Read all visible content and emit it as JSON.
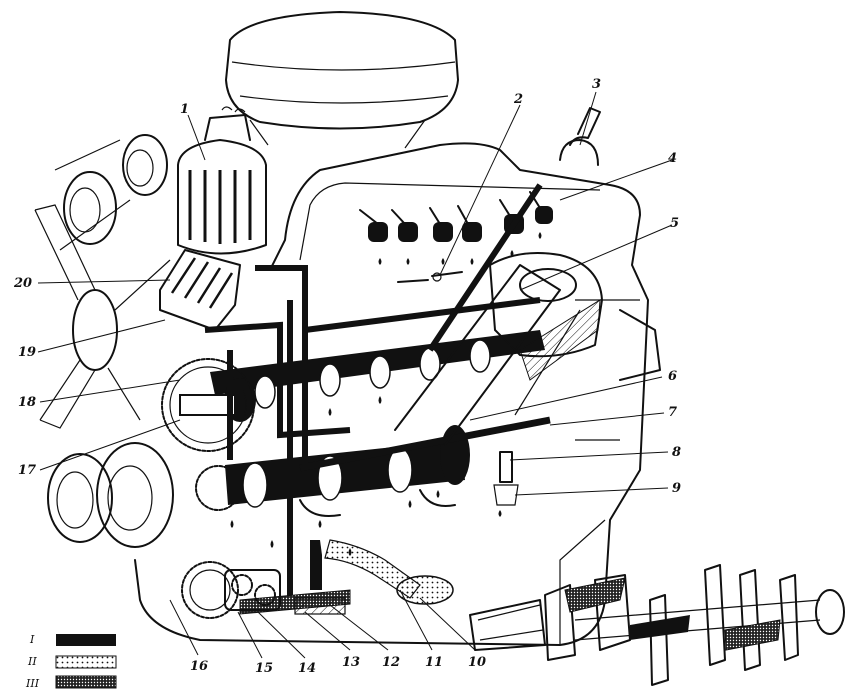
{
  "callouts": [
    {
      "id": "c1",
      "text": "1"
    },
    {
      "id": "c2",
      "text": "2"
    },
    {
      "id": "c3",
      "text": "3"
    },
    {
      "id": "c4",
      "text": "4"
    },
    {
      "id": "c5",
      "text": "5"
    },
    {
      "id": "c6",
      "text": "6"
    },
    {
      "id": "c7",
      "text": "7"
    },
    {
      "id": "c8",
      "text": "8"
    },
    {
      "id": "c9",
      "text": "9"
    },
    {
      "id": "c10",
      "text": "10"
    },
    {
      "id": "c11",
      "text": "11"
    },
    {
      "id": "c12",
      "text": "12"
    },
    {
      "id": "c13",
      "text": "13"
    },
    {
      "id": "c14",
      "text": "14"
    },
    {
      "id": "c15",
      "text": "15"
    },
    {
      "id": "c16",
      "text": "16"
    },
    {
      "id": "c17",
      "text": "17"
    },
    {
      "id": "c18",
      "text": "18"
    },
    {
      "id": "c19",
      "text": "19"
    },
    {
      "id": "c20",
      "text": "20"
    }
  ],
  "legend": [
    {
      "label": "I",
      "pattern": "solid-black"
    },
    {
      "label": "II",
      "pattern": "light-dots"
    },
    {
      "label": "III",
      "pattern": "dense-dots"
    }
  ],
  "colors": {
    "ink": "#111111",
    "paper": "#ffffff"
  }
}
